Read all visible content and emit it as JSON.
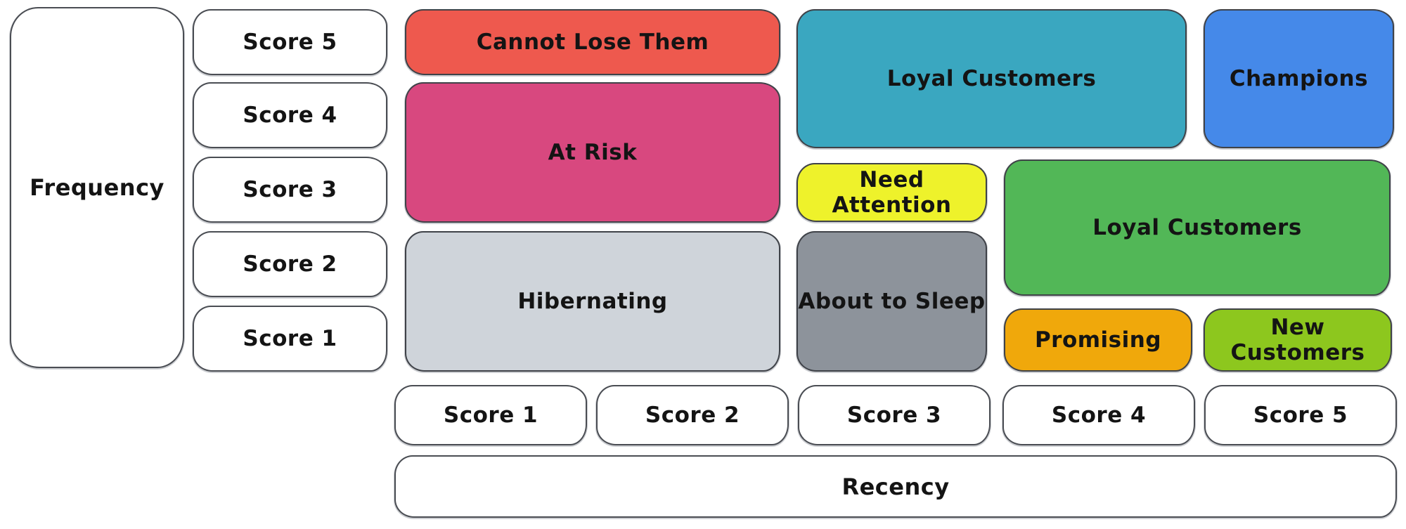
{
  "diagram": {
    "type": "rfm-customer-segmentation-matrix",
    "background": "#ffffff",
    "border_color": "#43464d",
    "text_color": "#141414"
  },
  "axes": {
    "frequency": {
      "label": "Frequency",
      "scores": [
        "Score 5",
        "Score 4",
        "Score 3",
        "Score 2",
        "Score 1"
      ]
    },
    "recency": {
      "label": "Recency",
      "scores": [
        "Score 1",
        "Score 2",
        "Score 3",
        "Score 4",
        "Score 5"
      ]
    }
  },
  "segments": [
    {
      "label": "Cannot Lose Them",
      "color": "#ee594e"
    },
    {
      "label": "At Risk",
      "color": "#d8487f"
    },
    {
      "label": "Hibernating",
      "color": "#cfd4da"
    },
    {
      "label": "Loyal Customers",
      "color": "#3aa7c0"
    },
    {
      "label": "Champions",
      "color": "#4589e9"
    },
    {
      "label": "Need Attention",
      "color": "#eef22b"
    },
    {
      "label": "Loyal Customers",
      "color": "#52b757"
    },
    {
      "label": "About to Sleep",
      "color": "#8d939b"
    },
    {
      "label": "Promising",
      "color": "#f0a80b"
    },
    {
      "label": "New Customers",
      "color": "#8dc71e"
    }
  ]
}
